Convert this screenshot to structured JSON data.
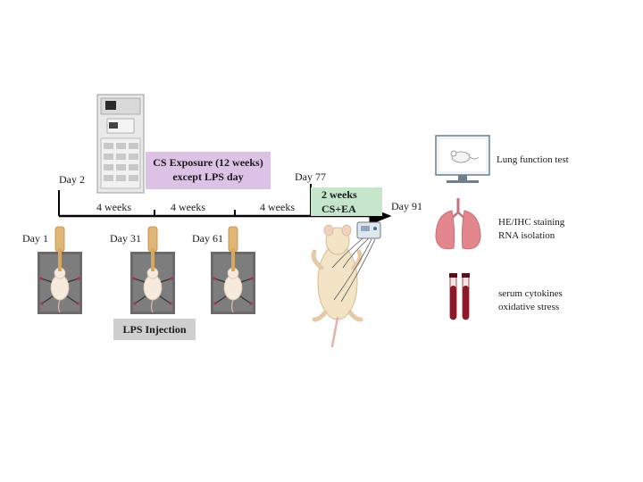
{
  "timeline": {
    "days": {
      "day1": "Day 1",
      "day2": "Day 2",
      "day31": "Day 31",
      "day61": "Day 61",
      "day77": "Day 77",
      "day91": "Day 91"
    },
    "intervals": [
      "4 weeks",
      "4 weeks",
      "4 weeks"
    ]
  },
  "boxes": {
    "cs_exposure_line1": "CS Exposure (12 weeks)",
    "cs_exposure_line2": "except LPS day",
    "cs_ea_line1": "2 weeks",
    "cs_ea_line2": "CS+EA",
    "lps_injection": "LPS Injection"
  },
  "outcomes": [
    {
      "icon": "computer-mouse-icon",
      "lines": [
        "Lung function test"
      ]
    },
    {
      "icon": "lungs-icon",
      "lines": [
        "HE/IHC staining",
        "RNA isolation"
      ]
    },
    {
      "icon": "blood-tubes-icon",
      "lines": [
        "serum cytokines",
        "oxidative stress"
      ]
    }
  ],
  "colors": {
    "cs_box": "#dcc3e6",
    "ea_box": "#c5e6cb",
    "lps_box": "#cfcfcf",
    "lung": "#e4868e",
    "blood": "#8a1c2a"
  }
}
